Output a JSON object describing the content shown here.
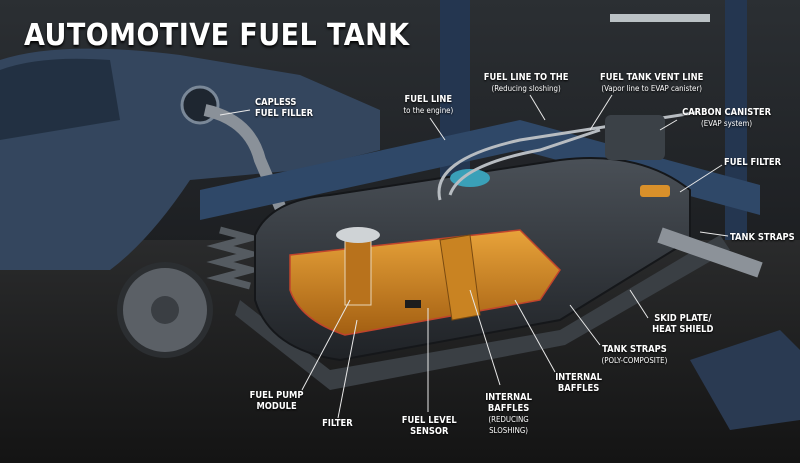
{
  "title": "AUTOMOTIVE FUEL TANK",
  "labels": {
    "capless_filler": {
      "line1": "CAPLESS",
      "line2": "FUEL FILLER"
    },
    "fuel_line": {
      "line1": "FUEL LINE",
      "line2": "to the engine)"
    },
    "fuel_line_to_the": {
      "line1": "FUEL LINE TO THE",
      "line2": "(Reducing sloshing)"
    },
    "vent_line": {
      "line1": "FUEL TANK VENT LINE",
      "line2": "(Vapor line to EVAP canister)"
    },
    "carbon_canister": {
      "line1": "CARBON CANISTER",
      "line2": "(EVAP system)"
    },
    "fuel_filter": {
      "line1": "FUEL FILTER"
    },
    "tank_straps_top": {
      "line1": "TANK STRAPS"
    },
    "skid_plate": {
      "line1": "SKID PLATE/",
      "line2": "HEAT SHIELD"
    },
    "tank_straps_poly": {
      "line1": "TANK STRAPS",
      "line2": "(POLY-COMPOSITE)"
    },
    "internal_baffles_right": {
      "line1": "INTERNAL",
      "line2": "BAFFLES"
    },
    "internal_baffles_center": {
      "line1": "INTERNAL",
      "line2": "BAFFLES",
      "line3": "(REDUCING",
      "line4": "SLOSHING)"
    },
    "fuel_level_sensor": {
      "line1": "FUEL LEVEL",
      "line2": "SENSOR"
    },
    "filter": {
      "line1": "FILTER"
    },
    "fuel_pump_module": {
      "line1": "FUEL PUMP",
      "line2": "MODULE"
    }
  },
  "colors": {
    "fuel": "#d98a1e",
    "tank": "#2e3338",
    "frame": "#2f4868",
    "background": "#1a1c1f"
  }
}
